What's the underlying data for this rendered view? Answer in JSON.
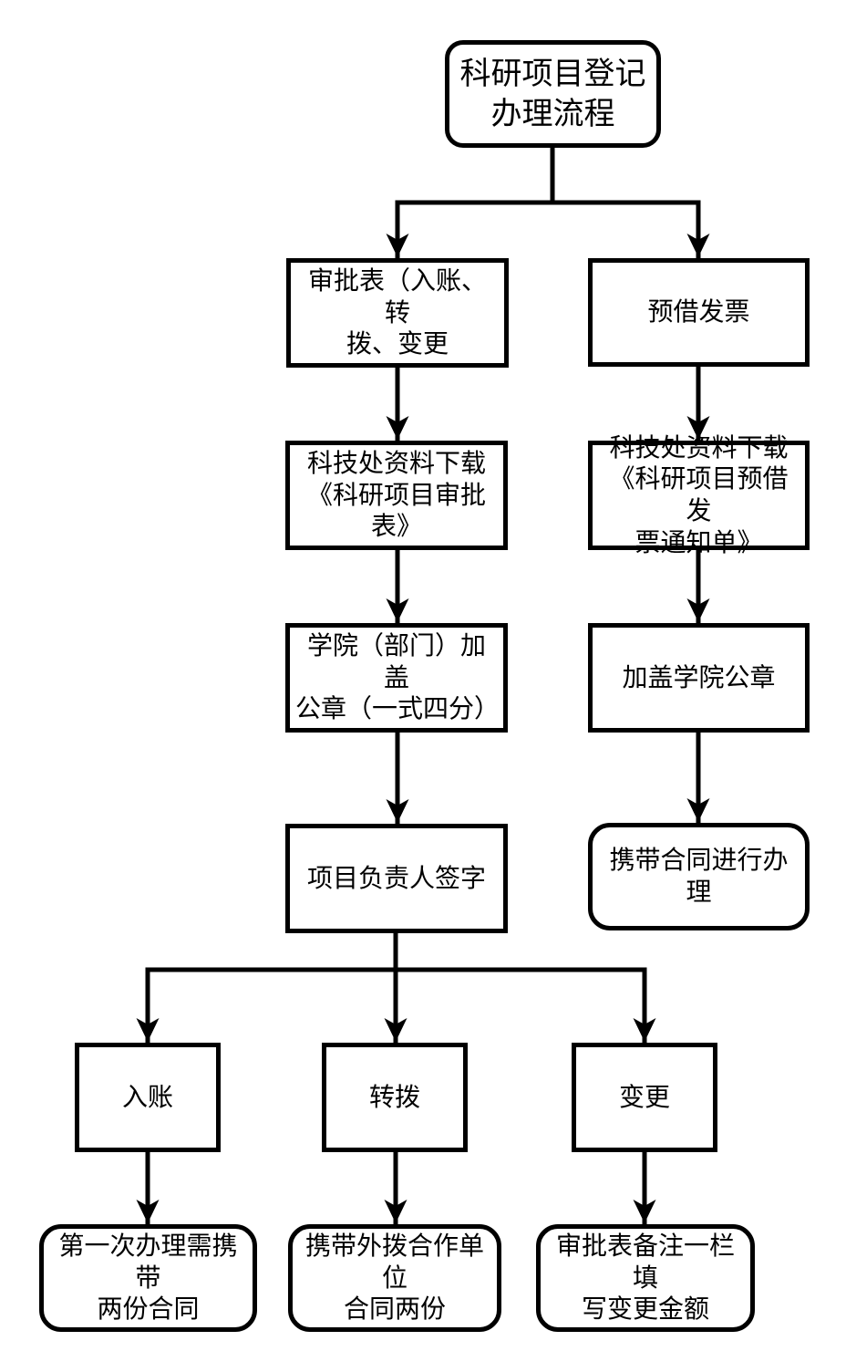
{
  "diagram": {
    "title": "科研项目登记办理流程",
    "colors": {
      "line": "#000000",
      "background": "#ffffff",
      "text": "#000000"
    },
    "nodes": {
      "start": {
        "label": [
          "科研项目登记",
          "办理流程"
        ],
        "shape": "rounded"
      },
      "approval_form": {
        "label": [
          "审批表（入账、转",
          "拨、变更"
        ],
        "shape": "rect"
      },
      "invoice": {
        "label": [
          "预借发票"
        ],
        "shape": "rect"
      },
      "download_approval": {
        "label": [
          "科技处资料下载",
          "《科研项目审批",
          "表》"
        ],
        "shape": "rect"
      },
      "download_invoice": {
        "label": [
          "科技处资料下载",
          "《科研项目预借发",
          "票通知单》"
        ],
        "shape": "rect"
      },
      "stamp_dept": {
        "label": [
          "学院（部门）加盖",
          "公章（一式四分）"
        ],
        "shape": "rect"
      },
      "stamp_college": {
        "label": [
          "加盖学院公章"
        ],
        "shape": "rect"
      },
      "sign": {
        "label": [
          "项目负责人签字"
        ],
        "shape": "rect"
      },
      "contract": {
        "label": [
          "携带合同进行办理"
        ],
        "shape": "rounded"
      },
      "entry": {
        "label": [
          "入账"
        ],
        "shape": "rect"
      },
      "transfer": {
        "label": [
          "转拨"
        ],
        "shape": "rect"
      },
      "change": {
        "label": [
          "变更"
        ],
        "shape": "rect"
      },
      "term_entry": {
        "label": [
          "第一次办理需携带",
          "两份合同"
        ],
        "shape": "rounded"
      },
      "term_transfer": {
        "label": [
          "携带外拨合作单位",
          "合同两份"
        ],
        "shape": "rounded"
      },
      "term_change": {
        "label": [
          "审批表备注一栏填",
          "写变更金额"
        ],
        "shape": "rounded"
      }
    },
    "edges": [
      {
        "from": "start",
        "to": "approval_form"
      },
      {
        "from": "start",
        "to": "invoice"
      },
      {
        "from": "approval_form",
        "to": "download_approval"
      },
      {
        "from": "download_approval",
        "to": "stamp_dept"
      },
      {
        "from": "stamp_dept",
        "to": "sign"
      },
      {
        "from": "invoice",
        "to": "download_invoice"
      },
      {
        "from": "download_invoice",
        "to": "stamp_college"
      },
      {
        "from": "stamp_college",
        "to": "contract"
      },
      {
        "from": "sign",
        "to": "entry"
      },
      {
        "from": "sign",
        "to": "transfer"
      },
      {
        "from": "sign",
        "to": "change"
      },
      {
        "from": "entry",
        "to": "term_entry"
      },
      {
        "from": "transfer",
        "to": "term_transfer"
      },
      {
        "from": "change",
        "to": "term_change"
      }
    ]
  }
}
